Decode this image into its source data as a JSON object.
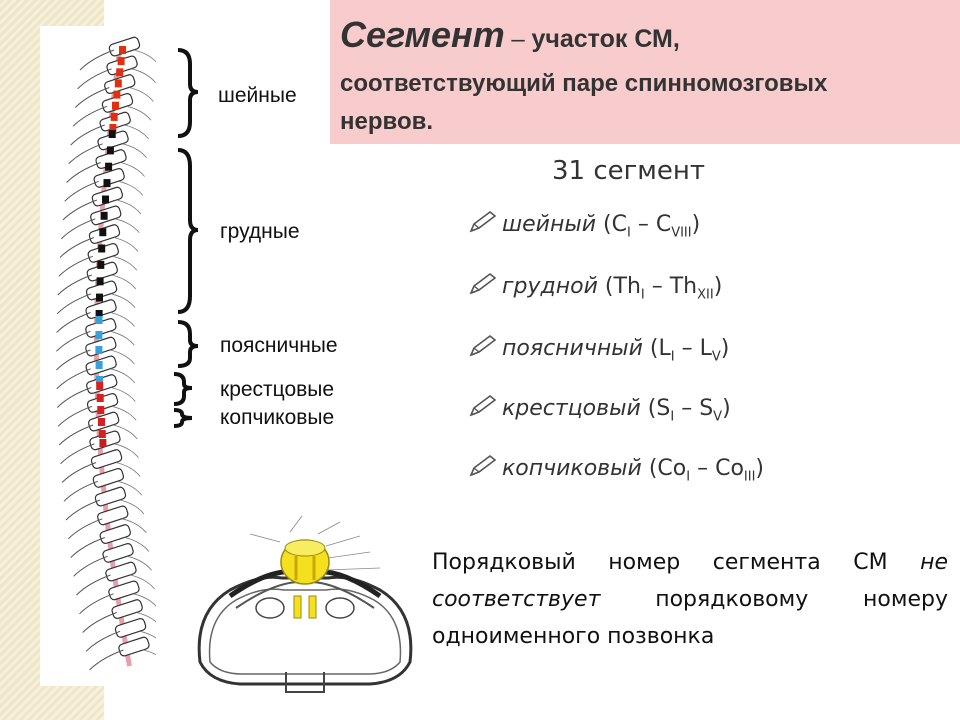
{
  "regions": {
    "cervical": "шейные",
    "thoracic": "грудные",
    "lumbar": "поясничные",
    "sacral": "крестцовые",
    "coccygeal": "копчиковые"
  },
  "definition": {
    "term": "Сегмент",
    "dash": "–",
    "text_line1": "участок СМ,",
    "text_line2": "соответствующий паре спинномозговых",
    "text_line3": "нервов."
  },
  "segments_title": "31 сегмент",
  "segments": [
    {
      "name": "шейный",
      "open": "(",
      "letter1": "C",
      "sub1": "I",
      "dash": "–",
      "letter2": "C",
      "sub2": "VIII",
      "close": ")"
    },
    {
      "name": "грудной",
      "open": "(",
      "letter1": "Th",
      "sub1": "I",
      "dash": "–",
      "letter2": "Th",
      "sub2": "XII",
      "close": ")"
    },
    {
      "name": "поясничный",
      "open": "(",
      "letter1": "L",
      "sub1": "I",
      "dash": "–",
      "letter2": "L",
      "sub2": "V",
      "close": ")"
    },
    {
      "name": "крестцовый",
      "open": "(",
      "letter1": "S",
      "sub1": "I",
      "dash": "–",
      "letter2": "S",
      "sub2": "V",
      "close": ")"
    },
    {
      "name": "копчиковый",
      "open": "(",
      "letter1": "Co",
      "sub1": "I",
      "dash": "–",
      "letter2": "Co",
      "sub2": "III",
      "close": ")"
    }
  ],
  "note": {
    "part1": "Порядковый номер сегмента СМ",
    "emphasis": "не соответствует",
    "part2": "порядковому номеру одноименного позвонка"
  },
  "colors": {
    "definition_bg": "#f8cccc",
    "cervical_marker": "#e03010",
    "thoracic_marker": "#111111",
    "lumbar_marker": "#3aa0d8",
    "sacral_marker": "#d82020",
    "cord": "#e8a0a8",
    "cross_section_gray_matter": "#f5e020"
  },
  "icons": [
    "pen-icon"
  ]
}
